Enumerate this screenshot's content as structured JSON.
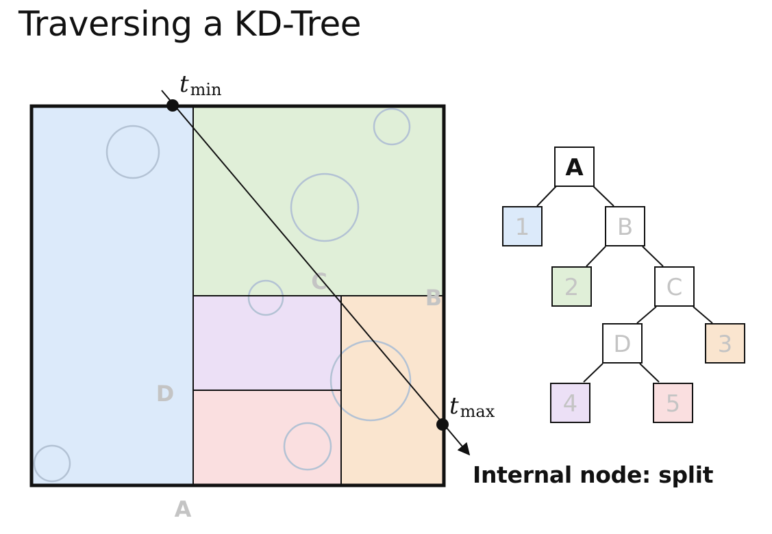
{
  "title": "Traversing a KD-Tree",
  "caption": "Internal node: split",
  "colors": {
    "leaf1": "#dceafa",
    "leaf2": "#e0efd8",
    "leaf3": "#fae5cf",
    "leaf4": "#ece0f6",
    "leaf5": "#fadfe0",
    "faint": "#c4c4c4",
    "circle": "#b3c2d4"
  },
  "ray": {
    "t_min_var": "t",
    "t_min_sub": "min",
    "t_max_var": "t",
    "t_max_sub": "max"
  },
  "split_labels": {
    "a": "A",
    "b": "B",
    "c": "C",
    "d": "D"
  },
  "tree": {
    "nodes": {
      "A": "A",
      "B": "B",
      "C": "C",
      "D": "D",
      "leaf1": "1",
      "leaf2": "2",
      "leaf3": "3",
      "leaf4": "4",
      "leaf5": "5"
    },
    "active_node": "A"
  }
}
